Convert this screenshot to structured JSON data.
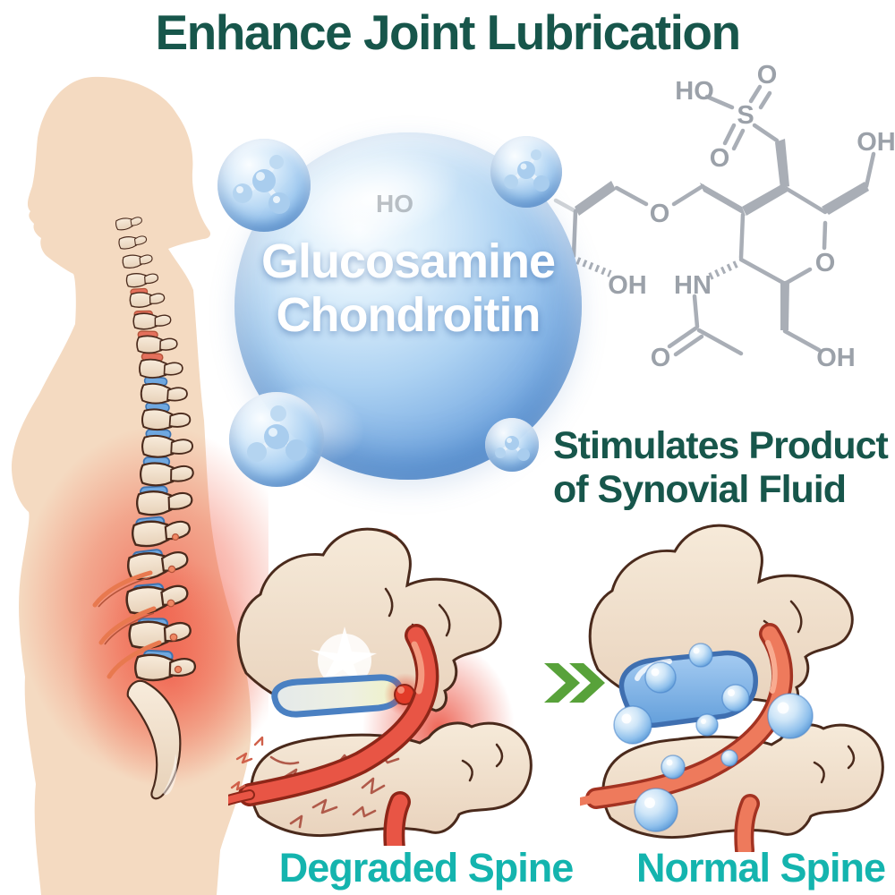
{
  "title": {
    "text": "Enhance Joint Lubrication",
    "color": "#17564b"
  },
  "bubble": {
    "line1": "Glucosamine",
    "line2": "Chondroitin",
    "faint_label": "HO"
  },
  "molecule": {
    "ho": "HO",
    "s": "S",
    "o1": "O",
    "o2": "O",
    "oh1": "OH",
    "o_ether": "O",
    "o_ring": "O",
    "oh2": "OH",
    "hn": "HN",
    "o3": "O",
    "oh3": "OH"
  },
  "callout": {
    "line1": "Stimulates Product",
    "line2": "of Synovial Fluid"
  },
  "panels": {
    "degraded_label": "Degraded Spine",
    "normal_label": "Normal Spine"
  },
  "colors": {
    "title_teal": "#17564b",
    "label_teal": "#14b4ae",
    "arrow_green": "#58a23a",
    "skin": "#f4dac1",
    "bone_outline": "#4a2a1c",
    "disc_blue": "#5b9bd8",
    "nerve_red": "#ee7a5c",
    "chem_gray": "#a9aeb6"
  }
}
